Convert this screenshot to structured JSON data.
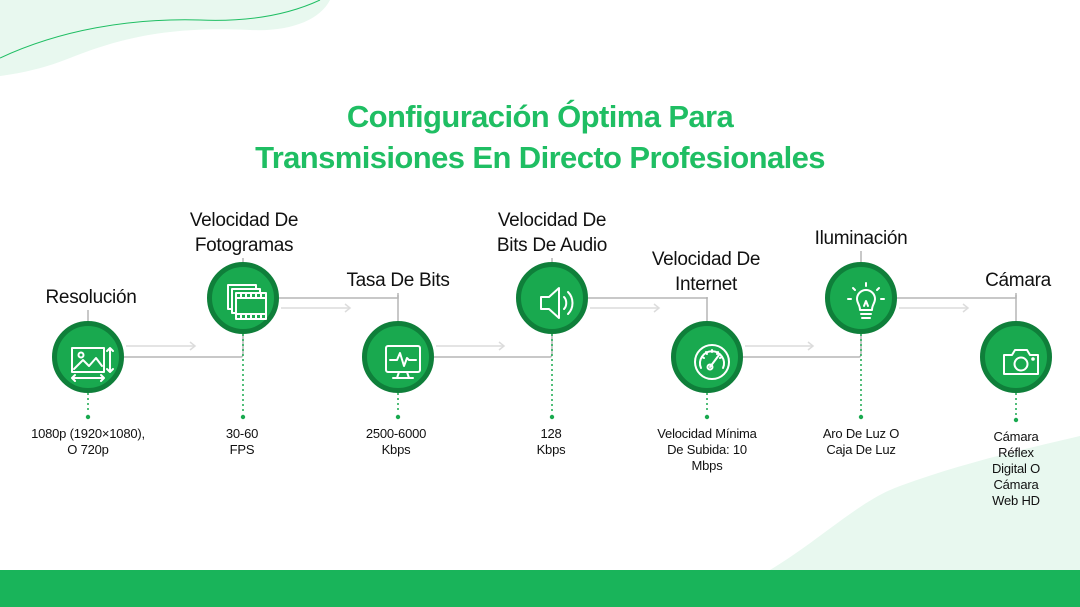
{
  "title": {
    "line1": "Configuración Óptima Para",
    "line2": "Transmisiones En Directo Profesionales"
  },
  "colors": {
    "title": "#1fbe63",
    "circle_fill": "#19a94f",
    "circle_ring": "#0f7f3a",
    "connector": "#b5b5b5",
    "bottom_bar": "#19b45a",
    "decoration": "#e8f8ef"
  },
  "steps": [
    {
      "id": "resolucion",
      "label": [
        "Resolución"
      ],
      "value": [
        "1080p (1920×1080),",
        "O 720p"
      ],
      "icon": "image-resize-icon"
    },
    {
      "id": "fotogramas",
      "label": [
        "Velocidad De",
        "Fotogramas"
      ],
      "value": [
        "30-60",
        "FPS"
      ],
      "icon": "film-frames-icon"
    },
    {
      "id": "bits",
      "label": [
        "Tasa De Bits"
      ],
      "value": [
        "2500-6000",
        "Kbps"
      ],
      "icon": "monitor-pulse-icon"
    },
    {
      "id": "audio",
      "label": [
        "Velocidad De",
        "Bits De Audio"
      ],
      "value": [
        "128",
        "Kbps"
      ],
      "icon": "speaker-icon"
    },
    {
      "id": "internet",
      "label": [
        "Velocidad De",
        "Internet"
      ],
      "value": [
        "Velocidad Mínima",
        "De Subida: 10",
        "Mbps"
      ],
      "icon": "speedometer-icon"
    },
    {
      "id": "iluminacion",
      "label": [
        "Iluminación"
      ],
      "value": [
        "Aro De Luz O",
        "Caja De Luz"
      ],
      "icon": "lightbulb-icon"
    },
    {
      "id": "camara",
      "label": [
        "Cámara"
      ],
      "value": [
        "Cámara",
        "Réflex",
        "Digital O",
        "Cámara",
        "Web HD"
      ],
      "icon": "camera-icon"
    }
  ]
}
